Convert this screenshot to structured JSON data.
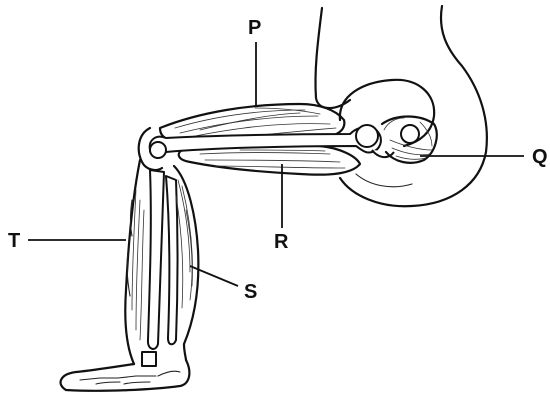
{
  "labels": {
    "p": "P",
    "q": "Q",
    "r": "R",
    "s": "S",
    "t": "T"
  }
}
